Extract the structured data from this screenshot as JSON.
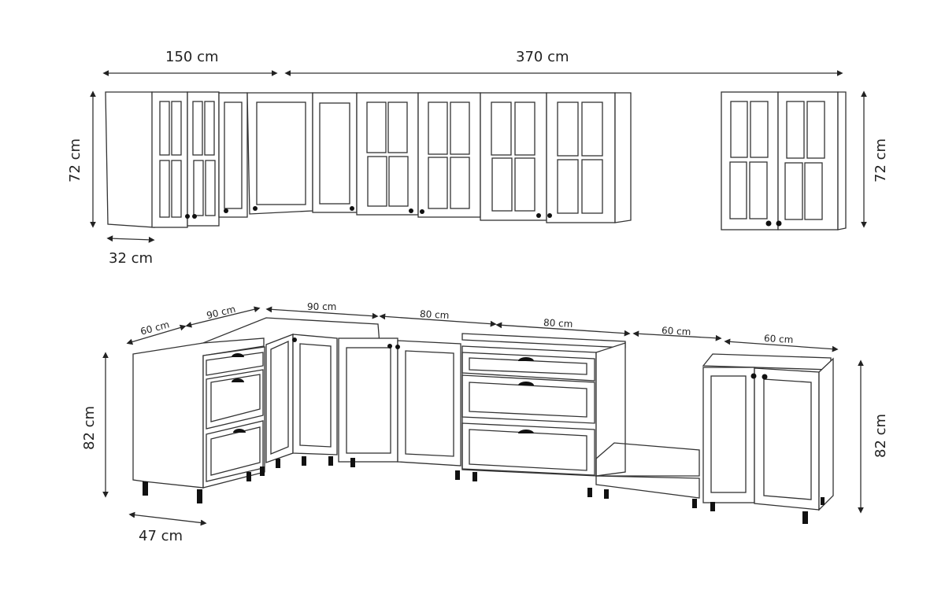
{
  "diagram": {
    "type": "kitchen-cabinet-set-dimensions",
    "wall_units": {
      "left_width": "150 cm",
      "right_width": "370 cm",
      "height_left": "72 cm",
      "height_right": "72 cm",
      "depth": "32 cm"
    },
    "base_units": {
      "widths": [
        "60 cm",
        "90 cm",
        "90 cm",
        "80 cm",
        "80 cm",
        "60 cm",
        "60 cm"
      ],
      "height_left": "82 cm",
      "height_right": "82 cm",
      "depth": "47 cm"
    },
    "colors": {
      "line": "#333333",
      "background": "#ffffff",
      "handle": "#111111"
    }
  }
}
